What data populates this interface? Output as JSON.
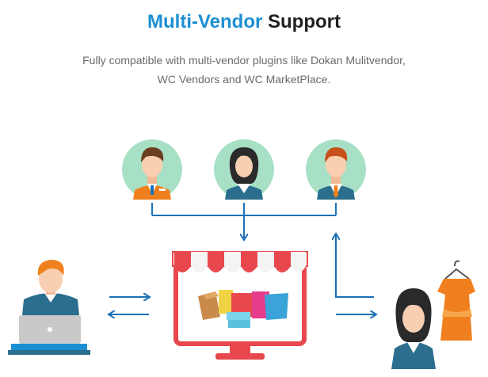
{
  "header": {
    "title_accent": "Multi-Vendor",
    "title_rest": " Support",
    "subtitle_line1": "Fully compatible with multi-vendor plugins like Dokan Mulitvendor,",
    "subtitle_line2": "WC Vendors and WC MarketPlace."
  },
  "colors": {
    "accent": "#1b8fd3",
    "arrow": "#1b6fb8",
    "vendor_circle": "#a8e0c6",
    "store_red": "#e8484d",
    "skin": "#f8cfb0"
  },
  "diagram": {
    "vendors": [
      {
        "icon": "vendor-male-orange-vest-icon"
      },
      {
        "icon": "vendor-female-icon"
      },
      {
        "icon": "vendor-male-blue-suit-icon"
      }
    ],
    "marketplace_icon": "storefront-monitor-icon",
    "buyer_icon": "laptop-buyer-icon",
    "customer_icon": "customer-with-dress-icon"
  }
}
